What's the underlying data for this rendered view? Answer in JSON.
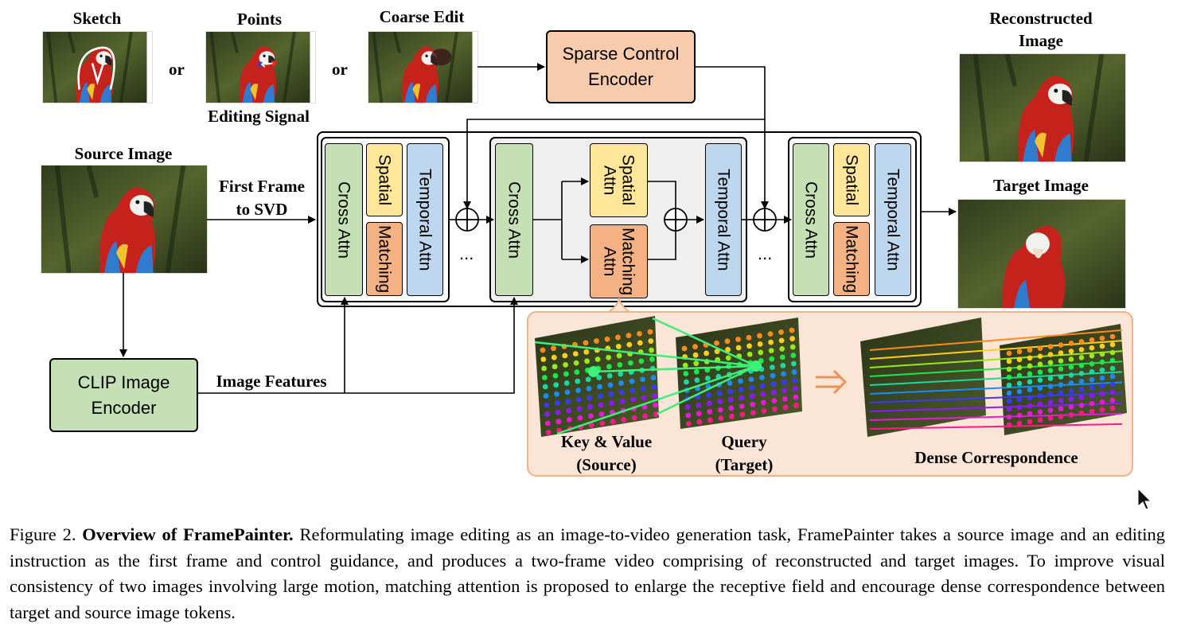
{
  "labels": {
    "sketch": "Sketch",
    "points": "Points",
    "coarse_edit": "Coarse Edit",
    "or1": "or",
    "or2": "or",
    "editing_signal": "Editing Signal",
    "source_image": "Source Image",
    "first_frame_line1": "First Frame",
    "first_frame_line2": "to SVD",
    "reconstructed_line1": "Reconstructed",
    "reconstructed_line2": "Image",
    "target_image": "Target Image",
    "image_features": "Image Features",
    "key_value_line1": "Key & Value",
    "key_value_line2": "(Source)",
    "query_line1": "Query",
    "query_line2": "(Target)",
    "dense_correspondence": "Dense Correspondence",
    "ellipsis": "..."
  },
  "boxes": {
    "sparse_control_line1": "Sparse Control",
    "sparse_control_line2": "Encoder",
    "clip_line1": "CLIP Image",
    "clip_line2": "Encoder",
    "cross_attn": "Cross Attn",
    "spatial": "Spatial",
    "matching": "Matching",
    "temporal_attn": "Temporal Attn",
    "spatial_attn_line1": "Spatial",
    "spatial_attn_line2": "Attn",
    "matching_attn_line1": "Matching",
    "matching_attn_line2": "Attn"
  },
  "caption": {
    "figure_num": "Figure 2.",
    "title": "Overview of FramePainter.",
    "body": "Reformulating image editing as an image-to-video generation task, FramePainter takes a source image and an editing instruction as the first frame and control guidance, and produces a two-frame video comprising of reconstructed and target images. To improve visual consistency of two images involving large motion, matching attention is proposed to enlarge the receptive field and encourage dense correspondence between target and source image tokens."
  },
  "colors": {
    "green": "#c5e0b4",
    "yellow": "#ffe699",
    "orange": "#f4b183",
    "blue": "#bdd7ee",
    "peach": "#f8cbad",
    "panel": "#fbe5d6",
    "panel_border": "#f4b183"
  },
  "icons": [
    "oplus-icon",
    "arrow-icon",
    "double-arrow-icon",
    "cursor-icon"
  ]
}
